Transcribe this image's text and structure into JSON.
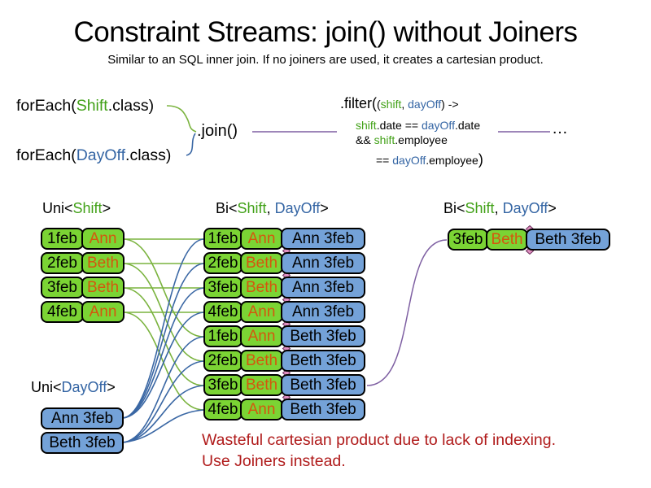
{
  "title": "Constraint Streams: join() without Joiners",
  "subtitle": "Similar to an SQL inner join. If no joiners are used, it creates a cartesian product.",
  "colors": {
    "shift_green_text": "#41a117",
    "dayoff_blue_text": "#3465a4",
    "employee_orange_text": "#d4570e",
    "box_green_fill": "#7bd434",
    "box_blue_fill": "#74a2d8",
    "line_green": "#7ab33e",
    "line_blue": "#3a67a4",
    "line_purple": "#7e5fa2",
    "warning_red": "#b01b1b"
  },
  "code": {
    "foreach_shift": {
      "pre": "forEach(",
      "cls": "Shift",
      "post": ".class)"
    },
    "foreach_dayoff": {
      "pre": "forEach(",
      "cls": "DayOff",
      "post": ".class)"
    },
    "join": ".join()",
    "filter": {
      "fn": ".filter(",
      "args_open": "(",
      "arg1": "shift",
      "comma": ", ",
      "arg2": "dayOff",
      "args_close": ") ->",
      "l2_shift": "shift",
      "l2_mid": ".date == ",
      "l2_dayoff": "dayOff",
      "l2_end": ".date",
      "l3_and": "&& ",
      "l3_shift": "shift",
      "l3_end": ".employee",
      "l4_eq": "== ",
      "l4_dayoff": "dayOff",
      "l4_end": ".employee",
      "l4_close": ")"
    },
    "ellipsis": "…"
  },
  "headers": {
    "uni_shift": {
      "pre": "Uni<",
      "name": "Shift",
      "post": ">"
    },
    "bi_mid": {
      "pre": "Bi<",
      "shift": "Shift",
      "sep": ", ",
      "dayoff": "DayOff",
      "post": ">"
    },
    "bi_right": {
      "pre": "Bi<",
      "shift": "Shift",
      "sep": ", ",
      "dayoff": "DayOff",
      "post": ">"
    },
    "uni_dayoff": {
      "pre": "Uni<",
      "name": "DayOff",
      "post": ">"
    }
  },
  "uni_shift_rows": [
    {
      "date": "1feb",
      "employee": "Ann"
    },
    {
      "date": "2feb",
      "employee": "Beth"
    },
    {
      "date": "3feb",
      "employee": "Beth"
    },
    {
      "date": "4feb",
      "employee": "Ann"
    }
  ],
  "bi_rows": [
    {
      "date": "1feb",
      "employee": "Ann",
      "dayoff": "Ann 3feb"
    },
    {
      "date": "2feb",
      "employee": "Beth",
      "dayoff": "Ann 3feb"
    },
    {
      "date": "3feb",
      "employee": "Beth",
      "dayoff": "Ann 3feb"
    },
    {
      "date": "4feb",
      "employee": "Ann",
      "dayoff": "Ann 3feb"
    },
    {
      "date": "1feb",
      "employee": "Ann",
      "dayoff": "Beth 3feb"
    },
    {
      "date": "2feb",
      "employee": "Beth",
      "dayoff": "Beth 3feb"
    },
    {
      "date": "3feb",
      "employee": "Beth",
      "dayoff": "Beth 3feb"
    },
    {
      "date": "4feb",
      "employee": "Ann",
      "dayoff": "Beth 3feb"
    }
  ],
  "bi_filtered_rows": [
    {
      "date": "3feb",
      "employee": "Beth",
      "dayoff": "Beth 3feb"
    }
  ],
  "uni_dayoff_rows": [
    {
      "label": "Ann 3feb"
    },
    {
      "label": "Beth 3feb"
    }
  ],
  "warning": {
    "line1": "Wasteful cartesian product due to lack of indexing.",
    "line2": "Use Joiners instead."
  }
}
